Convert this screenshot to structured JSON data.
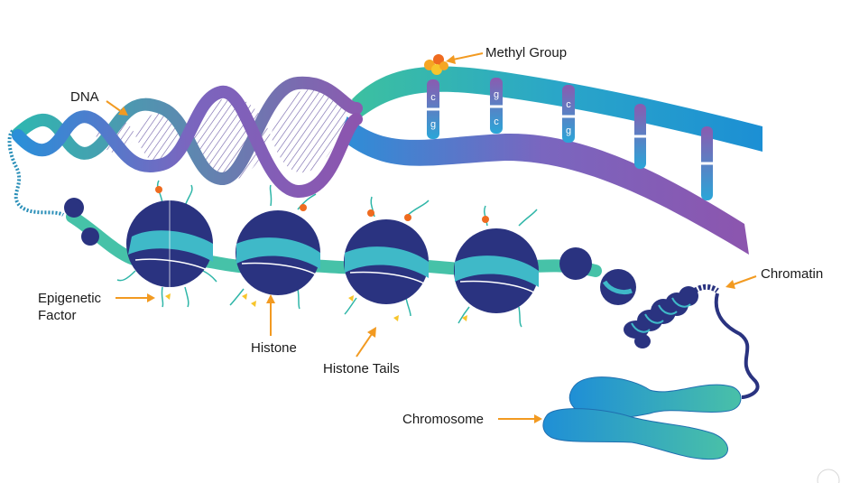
{
  "labels": {
    "dna": "DNA",
    "methyl_group": "Methyl Group",
    "chromatin": "Chromatin",
    "epigenetic_factor_line1": "Epigenetic",
    "epigenetic_factor_line2": "Factor",
    "histone": "Histone",
    "histone_tails": "Histone Tails",
    "chromosome": "Chromosome"
  },
  "base_pairs": [
    {
      "top": "c",
      "bottom": "g"
    },
    {
      "top": "g",
      "bottom": "c"
    },
    {
      "top": "c",
      "bottom": "g"
    },
    {
      "top": "",
      "bottom": ""
    },
    {
      "top": "",
      "bottom": ""
    }
  ],
  "colors": {
    "strand_teal": "#2bb3a0",
    "strand_blue": "#1f8fd6",
    "strand_purple": "#8a5bb0",
    "histone_navy": "#2a3380",
    "wrap_teal": "#3fb9c8",
    "arrow_orange": "#f29a21",
    "methyl_orange": "#f5a623"
  }
}
